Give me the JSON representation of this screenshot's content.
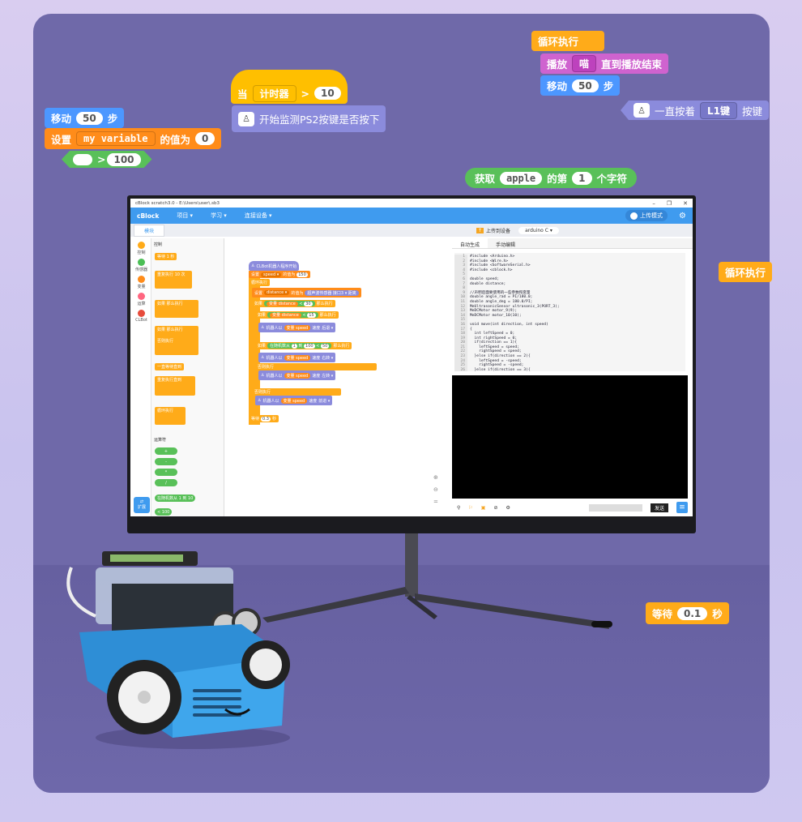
{
  "floating_blocks": {
    "loop1": "循环执行",
    "play": {
      "label": "播放",
      "sound": "喵",
      "until": "直到播放结束"
    },
    "move_right": {
      "label": "移动",
      "value": "50",
      "unit": "步"
    },
    "hold_key": {
      "label": "一直按着",
      "key": "L1键",
      "suffix": "按键"
    },
    "when_timer": {
      "label": "当",
      "sensor": "计时器",
      "op": ">",
      "value": "10"
    },
    "ps2": "开始监测PS2按键是否按下",
    "move_left": {
      "label": "移动",
      "value": "50",
      "unit": "步"
    },
    "set_var": {
      "label": "设置",
      "var": "my variable",
      "mid": "的值为",
      "value": "0"
    },
    "compare": {
      "op": ">",
      "value": "100"
    },
    "get_char": {
      "label": "获取",
      "word": "apple",
      "mid": "的第",
      "index": "1",
      "suffix": "个字符"
    },
    "loop2": "循环执行",
    "wait": {
      "label": "等待",
      "value": "0.1",
      "unit": "秒"
    }
  },
  "app": {
    "title": "cBlock scratch3.0 - E:\\Users\\user\\.sb3",
    "logo": "cBlock",
    "menu": [
      "项目 ▾",
      "学习 ▾",
      "连接设备 ▾"
    ],
    "upload_mode": "上传模式",
    "tab_blocks": "模块",
    "upload_device": "上传到设备",
    "language": "arduino C",
    "categories": [
      "控制",
      "传感器",
      "变量",
      "运算",
      "CLBot"
    ],
    "category_colors": [
      "#ffab19",
      "#4cbf56",
      "#ff8c1a",
      "#ff6680",
      "#e74c3c"
    ],
    "palette": {
      "heading": "控制",
      "items": [
        "等待 1 秒",
        "重复执行 10 次",
        "如果 那么执行",
        "如果 那么执行",
        "否则执行",
        "一直等待直到",
        "重复执行直到",
        "循环执行"
      ],
      "operators_heading": "运算符",
      "operators": [
        "+",
        "-",
        "*",
        "/"
      ],
      "random": "在随机数从 1 到 10",
      "less": "< 100",
      "ext_button": "扩展"
    },
    "script": {
      "hat": "CLBot机器人程序开始",
      "set_speed": {
        "label": "设置",
        "var": "speed ▾",
        "mid": "的值为",
        "value": "150"
      },
      "forever": "循环执行",
      "set_distance": {
        "label": "设置",
        "var": "distance ▾",
        "mid": "的值为",
        "sensor": "超声波传感器 接口3 ▾ 距离"
      },
      "if1": {
        "label": "如果",
        "var": "变量 distance",
        "op": "<",
        "value": "30",
        "then": "那么执行"
      },
      "if2": {
        "label": "如果",
        "var": "变量 distance",
        "op": "<",
        "value": "15",
        "then": "那么执行"
      },
      "back": {
        "label": "机器人以",
        "var": "变量 speed",
        "mid": "速度",
        "dir": "后退 ▾"
      },
      "if3": {
        "label": "如果",
        "random": "在随机数从",
        "from": "1",
        "to_label": "到",
        "to": "100",
        "op": "<",
        "value": "50",
        "then": "那么执行"
      },
      "right": {
        "label": "机器人以",
        "var": "变量 speed",
        "mid": "速度",
        "dir": "右转 ▾"
      },
      "else1": "否则执行",
      "left": {
        "label": "机器人以",
        "var": "变量 speed",
        "mid": "速度",
        "dir": "左转 ▾"
      },
      "else2": "否则执行",
      "forward": {
        "label": "机器人以",
        "var": "变量 speed",
        "mid": "速度",
        "dir": "前进 ▾"
      },
      "wait": {
        "label": "等待",
        "value": "0.3",
        "unit": "秒"
      }
    },
    "code_tabs": [
      "自动生成",
      "手动编辑"
    ],
    "code_lines": [
      "#include <Arduino.h>",
      "#include <Wire.h>",
      "#include <SoftwareSerial.h>",
      "#include <cblock.h>",
      "",
      "double speed;",
      "double distance;",
      "",
      "//声明后面要使用的一些参数和变量",
      "double angle_rad = PI/180.0;",
      "double angle_deg = 180.0/PI;",
      "MeUltrasonicSensor ultrasonic_3(PORT_3);",
      "MeDCMotor motor_9(9);",
      "MeDCMotor motor_10(10);",
      "",
      "void move(int direction, int speed)",
      "{",
      "  int leftSpeed = 0;",
      "  int rightSpeed = 0;",
      "  if(direction == 1){",
      "    leftSpeed = speed;",
      "    rightSpeed = speed;",
      "  }else if(direction == 2){",
      "    leftSpeed = -speed;",
      "    rightSpeed = -speed;",
      "  }else if(direction == 3){"
    ],
    "send_button": "发送"
  },
  "colors": {
    "background": "#6f69a9",
    "control": "#ffab19",
    "motion": "#4c97ff",
    "sound": "#cf63cf",
    "operators": "#59c059",
    "variables": "#ff8c1a",
    "extension": "#8b8bdc",
    "header": "#3f9bef"
  }
}
